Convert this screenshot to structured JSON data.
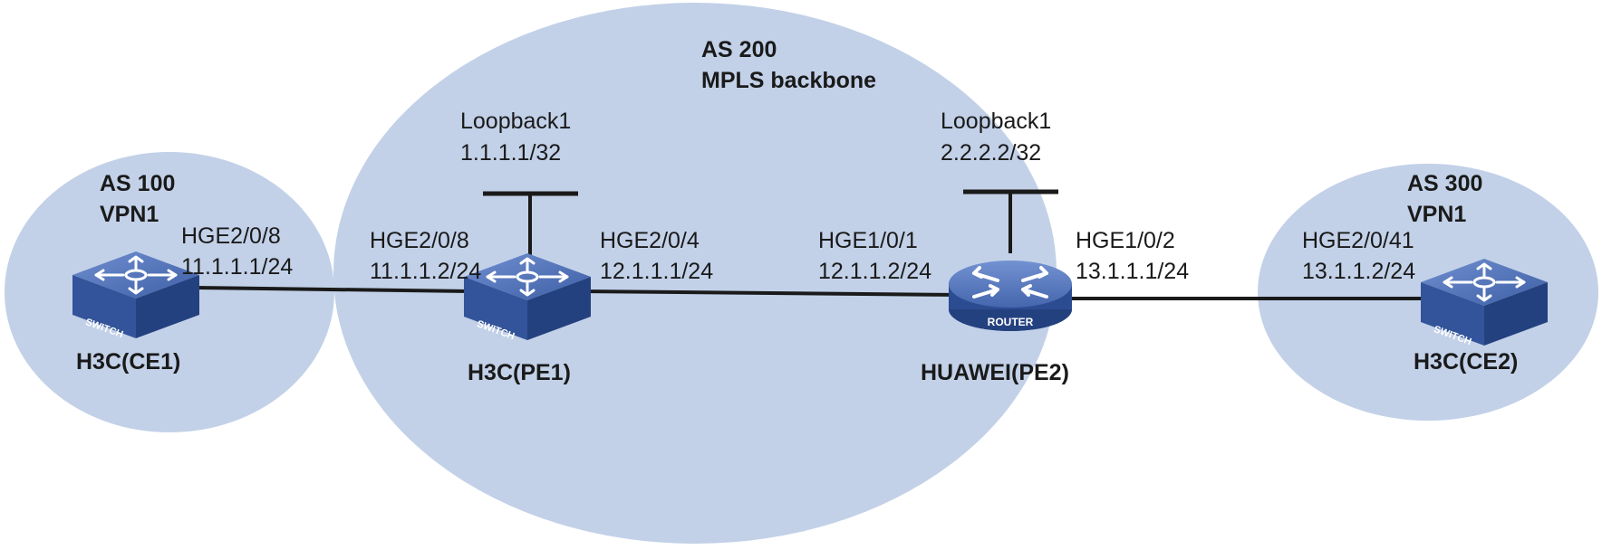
{
  "colors": {
    "region_fill": "#c2d1e8",
    "device_blue_top": "#4f70b7",
    "device_blue_side": "#2e4e94",
    "line": "#1a1a1a",
    "text": "#1a1a1a"
  },
  "regions": {
    "as100": {
      "as_label": "AS 100",
      "vpn_label": "VPN1"
    },
    "as200": {
      "as_label": "AS 200",
      "desc_label": "MPLS backbone"
    },
    "as300": {
      "as_label": "AS 300",
      "vpn_label": "VPN1"
    }
  },
  "devices": {
    "ce1": {
      "name": "H3C(CE1)",
      "type": "switch",
      "badge": "SWITCH",
      "icon": "switch-icon"
    },
    "pe1": {
      "name": "H3C(PE1)",
      "type": "switch",
      "badge": "SWITCH",
      "icon": "switch-icon",
      "loopback": {
        "name": "Loopback1",
        "ip": "1.1.1.1/32"
      }
    },
    "pe2": {
      "name": "HUAWEI(PE2)",
      "type": "router",
      "badge": "ROUTER",
      "icon": "router-icon",
      "loopback": {
        "name": "Loopback1",
        "ip": "2.2.2.2/32"
      }
    },
    "ce2": {
      "name": "H3C(CE2)",
      "type": "switch",
      "badge": "SWITCH",
      "icon": "switch-icon"
    }
  },
  "interfaces": {
    "ce1_hge": {
      "name": "HGE2/0/8",
      "ip": "11.1.1.1/24"
    },
    "pe1_hge_ce": {
      "name": "HGE2/0/8",
      "ip": "11.1.1.2/24"
    },
    "pe1_hge_pe": {
      "name": "HGE2/0/4",
      "ip": "12.1.1.1/24"
    },
    "pe2_hge_pe": {
      "name": "HGE1/0/1",
      "ip": "12.1.1.2/24"
    },
    "pe2_hge_ce": {
      "name": "HGE1/0/2",
      "ip": "13.1.1.1/24"
    },
    "ce2_hge": {
      "name": "HGE2/0/41",
      "ip": "13.1.1.2/24"
    }
  }
}
